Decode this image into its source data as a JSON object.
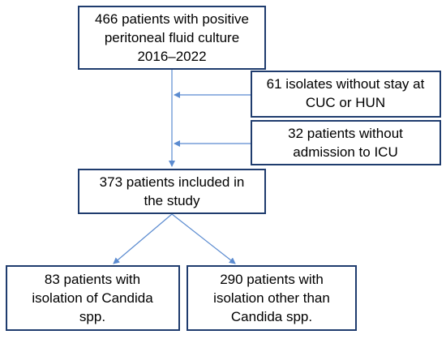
{
  "colors": {
    "box_border": "#1f3c6e",
    "connector": "#5b8bd0",
    "text": "#000000"
  },
  "boxes": {
    "initial": {
      "lines": [
        "466 patients with positive",
        "peritoneal fluid culture",
        "2016–2022"
      ]
    },
    "exclusion_1": {
      "lines": [
        "61 isolates without stay at",
        "CUC or HUN"
      ]
    },
    "exclusion_2": {
      "lines": [
        "32 patients without",
        "admission to ICU"
      ]
    },
    "included": {
      "lines": [
        "373 patients included in",
        "the study"
      ]
    },
    "candida": {
      "lines": [
        "83 patients with",
        "isolation of Candida",
        "spp."
      ]
    },
    "non_candida": {
      "lines": [
        "290 patients with",
        "isolation other than",
        "Candida spp."
      ]
    }
  }
}
